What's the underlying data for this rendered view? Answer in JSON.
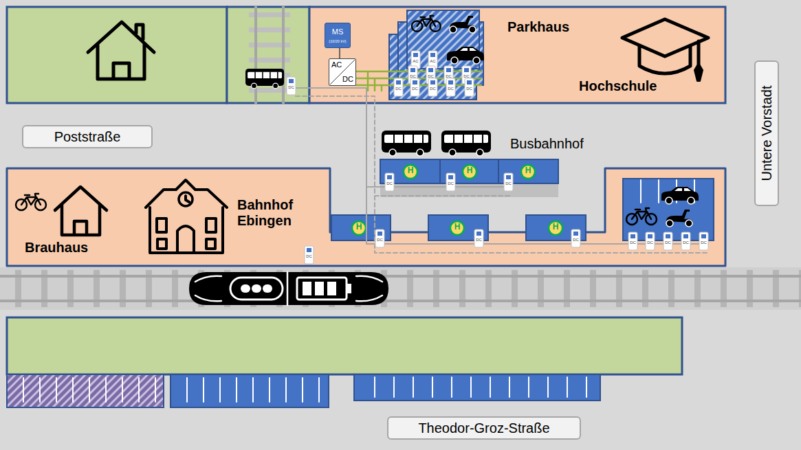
{
  "diagram": {
    "nodes": [
      {
        "text": [
          "Parkhaus",
          "Hochschule"
        ]
      },
      {
        "text": [
          "MS",
          "(10/20 kV)"
        ],
        "in": 0
      },
      {
        "text": [
          "AC",
          "DC"
        ],
        "in": 0
      },
      {
        "text": [
          "Poststraße"
        ]
      },
      {
        "text": [
          "Untere Vorstadt"
        ]
      },
      {
        "text": [
          "Brauhaus",
          "Bahnhof Ebingen"
        ]
      },
      {
        "text": [
          "Theodor-Groz-Straße"
        ]
      }
    ],
    "edges": [
      {
        "from": 1,
        "to": 2,
        "arrow": "none"
      }
    ],
    "labels": [
      "Busbahnhof",
      "H",
      "H",
      "H",
      "H",
      "H",
      "H",
      "AC",
      "AC",
      "DC",
      "DC",
      "DC",
      "DC",
      "DC",
      "DC",
      "DC",
      "DC",
      "DC",
      "DC",
      "DC",
      "DC",
      "DC",
      "DC",
      "DC",
      "DC",
      "DC",
      "DC",
      "DC",
      "DC",
      "DC",
      "DC"
    ]
  }
}
